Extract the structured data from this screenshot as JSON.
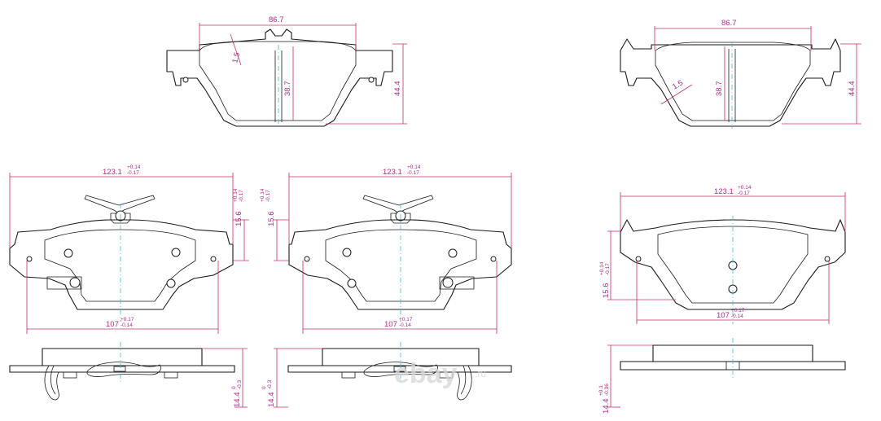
{
  "dimensions": {
    "top_width": "86.7",
    "top_height_inner": "38.7",
    "top_height_outer": "44.4",
    "radius": "1.5",
    "length_main": "123.1",
    "length_main_tol_upper": "+0.14",
    "length_main_tol_lower": "-0.17",
    "length_inner": "107",
    "length_inner_tol_upper": "+0.17",
    "length_inner_tol_lower": "-0.14",
    "height": "15.6",
    "height_tol_upper": "+0.14",
    "height_tol_lower": "-0.17",
    "thickness": "14.4",
    "thickness_tol_a_upper": "0",
    "thickness_tol_a_lower": "-0.3",
    "thickness_tol_b_upper": "+0.1",
    "thickness_tol_b_lower": "-0.36"
  },
  "watermark": {
    "brand": "ebay",
    "suffix": ".ru"
  },
  "colors": {
    "dimension": "#c0306a",
    "centerline": "#3fb8e0",
    "outline": "#1a1a1a"
  }
}
